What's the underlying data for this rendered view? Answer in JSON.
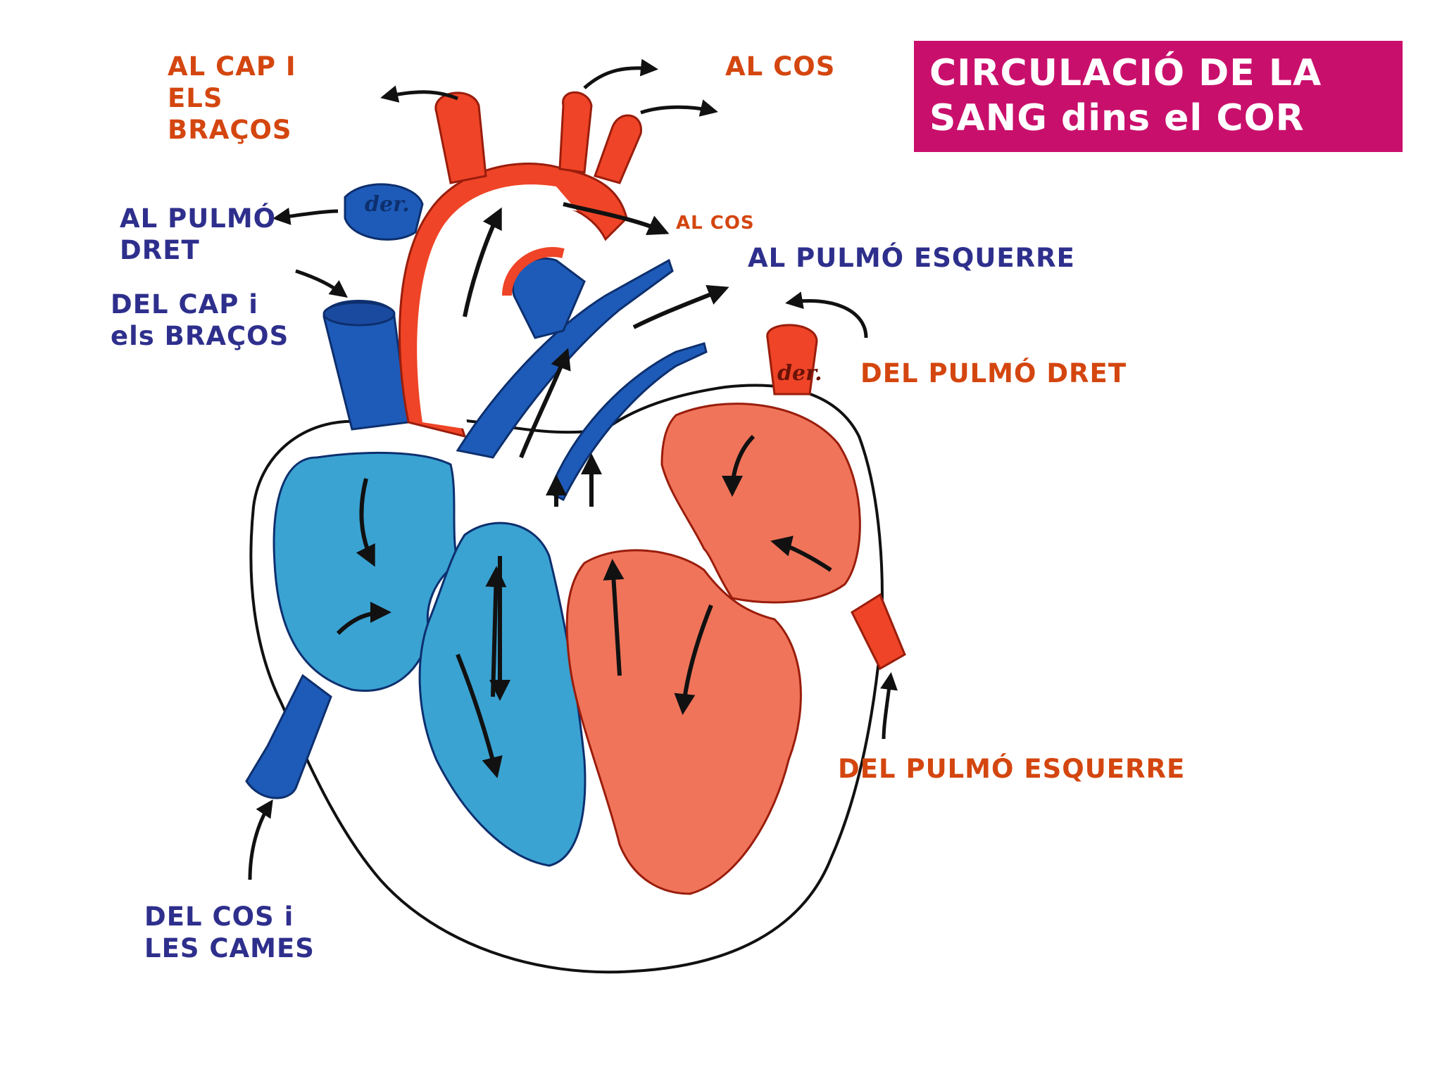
{
  "title": {
    "line1": "CIRCULACIÓ DE LA",
    "line2": "SANG dins el COR"
  },
  "labels": {
    "al_cap_braços": [
      "AL CAP I",
      "ELS",
      "BRAÇOS"
    ],
    "al_cos_top": "AL COS",
    "al_cos_small": "AL COS",
    "al_pulmo_dret": [
      "AL PULMÓ",
      "DRET"
    ],
    "al_pulmo_esquerre": "AL PULMÓ ESQUERRE",
    "del_cap_braços": [
      "DEL CAP i",
      "els BRAÇOS"
    ],
    "del_pulmo_dret": "DEL PULMÓ DRET",
    "del_pulmo_esquerre": "DEL PULMÓ ESQUERRE",
    "del_cos_cames": [
      "DEL COS i",
      "LES CAMES"
    ]
  },
  "vessel_marks": {
    "vena_cava_superior": "der.",
    "pulmonary_vein_right": "der."
  },
  "colors": {
    "title_background": "#c90f6c",
    "oxygenated_label": "#d4460f",
    "deoxygenated_label": "#2e2f8c",
    "oxygenated_blood": "#f0745a",
    "deoxygenated_blood": "#3aa3d2",
    "artery_red": "#ef4427",
    "vein_blue": "#1e5bb8"
  }
}
